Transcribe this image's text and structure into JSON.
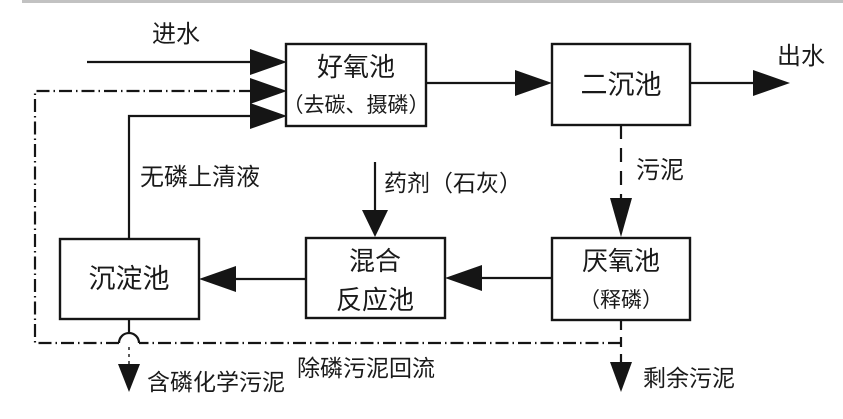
{
  "boxes": {
    "aerobic": {
      "line1": "好氧池",
      "line2": "（去碳、摄磷）"
    },
    "secondary_clarifier": {
      "line1": "二沉池"
    },
    "anaerobic": {
      "line1": "厌氧池",
      "line2": "（释磷）"
    },
    "mixing_reactor": {
      "line1": "混合",
      "line2": "反应池"
    },
    "sedimentation": {
      "line1": "沉淀池"
    }
  },
  "labels": {
    "influent": "进水",
    "effluent": "出水",
    "sludge": "污泥",
    "chemical_lime": "药剂（石灰）",
    "phosphorus_free_supernatant": "无磷上清液",
    "phosphorus_chemical_sludge": "含磷化学污泥",
    "phosphorus_removal_sludge_return": "除磷污泥回流",
    "excess_sludge": "剩余污泥"
  },
  "colors": {
    "line": "#151515",
    "text": "#1a1a1a",
    "background": "#ffffff",
    "top_strip": "#8f8f8f"
  }
}
